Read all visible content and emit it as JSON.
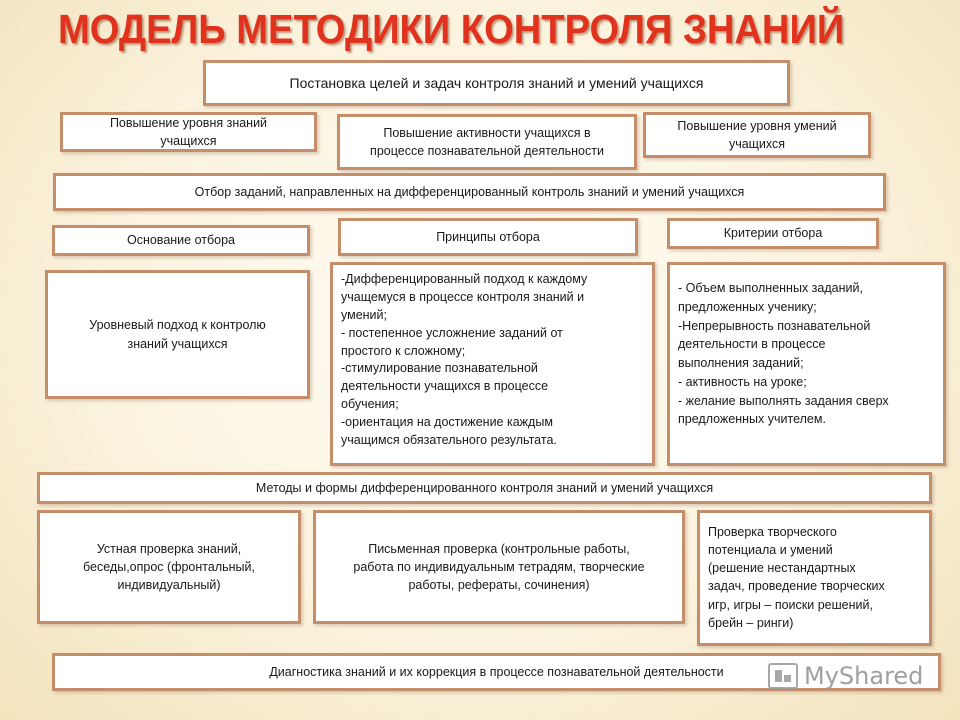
{
  "title": "МОДЕЛЬ МЕТОДИКИ КОНТРОЛЯ ЗНАНИЙ",
  "goal": "Постановка целей и задач контроля знаний и умений учащихся",
  "goals_sub": {
    "knowledge": "Повышение уровня знаний\nучащихся",
    "activity": "Повышение активности учащихся в\nпроцессе познавательной деятельности",
    "skills": "Повышение уровня умений\nучащихся"
  },
  "selection": "Отбор заданий, направленных на дифференцированный контроль знаний и умений учащихся",
  "basis": {
    "header": "Основание отбора",
    "body": "Уровневый подход к контролю\nзнаний учащихся"
  },
  "principles": {
    "header": "Принципы отбора",
    "body": "-Дифференцированный подход к каждому\nучащемуся в процессе контроля знаний и\nумений;\n- постепенное усложнение заданий от\nпростого к сложному;\n-стимулирование познавательной\nдеятельности учащихся в процессе\nобучения;\n-ориентация на достижение каждым\nучащимся обязательного результата."
  },
  "criteria": {
    "header": "Критерии отбора",
    "body": "- Объем выполненных заданий,\nпредложенных ученику;\n-Непрерывность познавательной\nдеятельности в процессе\nвыполнения заданий;\n- активность на уроке;\n- желание выполнять задания сверх\nпредложенных учителем."
  },
  "methods": "Методы и формы дифференцированного контроля знаний и умений учащихся",
  "checks": {
    "oral": "Устная проверка знаний,\nбеседы,опрос (фронтальный,\nиндивидуальный)",
    "written": "Письменная проверка (контрольные работы,\nработа по индивидуальным тетрадям, творческие\nработы, рефераты, сочинения)",
    "creative": "Проверка творческого\nпотенциала и умений\n(решение нестандартных\nзадач, проведение творческих\nигр, игры – поиски решений,\nбрейн – ринги)"
  },
  "diagnostics": "Диагностика знаний и их коррекция в процессе познавательной деятельности",
  "watermark": "MyShared"
}
